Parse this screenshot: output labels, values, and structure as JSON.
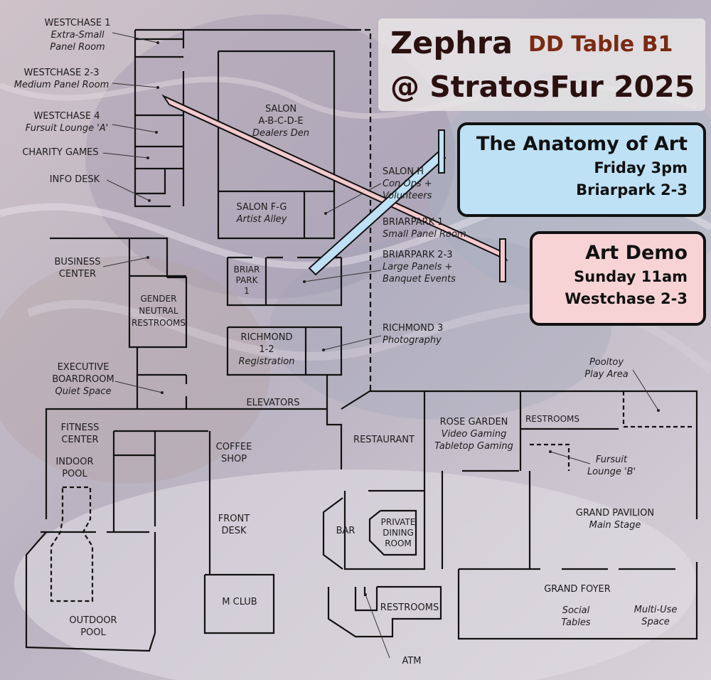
{
  "header": {
    "name": "Zephra",
    "table": "DD Table B1",
    "event": "@ StratosFur 2025"
  },
  "cards": [
    {
      "title": "The Anatomy of Art",
      "day": "Friday 3pm",
      "room": "Briarpark 2-3",
      "color": "#bfe1f5"
    },
    {
      "title": "Art Demo",
      "day": "Sunday 11am",
      "room": "Westchase 2-3",
      "color": "#f7d3d6"
    }
  ],
  "rooms": {
    "westchase1": {
      "name": "WESTCHASE 1",
      "sub": "Extra-Small",
      "sub2": "Panel Room"
    },
    "westchase23": {
      "name": "WESTCHASE 2-3",
      "sub": "Medium Panel Room"
    },
    "westchase4": {
      "name": "WESTCHASE 4",
      "sub": "Fursuit Lounge 'A'"
    },
    "charity": {
      "name": "CHARITY GAMES"
    },
    "info": {
      "name": "INFO DESK"
    },
    "salon": {
      "name": "SALON",
      "sub": "A-B-C-D-E",
      "sub2": "Dealers Den"
    },
    "salonfg": {
      "name": "SALON F-G",
      "sub": "Artist Alley"
    },
    "salonh": {
      "name": "SALON H",
      "sub": "Con Ops +",
      "sub2": "Volunteers"
    },
    "briarpark1label": {
      "name": "BRIARPARK 1",
      "sub": "Small Panel Room"
    },
    "briarpark23": {
      "name": "BRIARPARK 2-3",
      "sub": "Large Panels +",
      "sub2": "Banquet Events"
    },
    "briarpark1": {
      "l1": "BRIAR",
      "l2": "PARK",
      "l3": "1"
    },
    "business": {
      "l1": "BUSINESS",
      "l2": "CENTER"
    },
    "gender": {
      "l1": "GENDER",
      "l2": "NEUTRAL",
      "l3": "RESTROOMS"
    },
    "richmond12": {
      "l1": "RICHMOND",
      "l2": "1-2",
      "sub": "Registration"
    },
    "richmond3": {
      "name": "RICHMOND 3",
      "sub": "Photography"
    },
    "executive": {
      "l1": "EXECUTIVE",
      "l2": "BOARDROOM",
      "sub": "Quiet Space"
    },
    "elevators": {
      "name": "ELEVATORS"
    },
    "fitness": {
      "l1": "FITNESS",
      "l2": "CENTER"
    },
    "indoorpool": {
      "l1": "INDOOR",
      "l2": "POOL"
    },
    "coffee": {
      "l1": "COFFEE",
      "l2": "SHOP"
    },
    "frontdesk": {
      "l1": "FRONT",
      "l2": "DESK"
    },
    "restaurant": {
      "name": "RESTAURANT"
    },
    "rosegarden": {
      "name": "ROSE GARDEN",
      "sub": "Video Gaming",
      "sub2": "Tabletop Gaming"
    },
    "restrooms1": {
      "name": "RESTROOMS"
    },
    "pooltoy": {
      "sub": "Pooltoy",
      "sub2": "Play Area"
    },
    "fursuitb": {
      "sub": "Fursuit",
      "sub2": "Lounge 'B'"
    },
    "grandpavilion": {
      "name": "GRAND PAVILION",
      "sub": "Main Stage"
    },
    "bar": {
      "name": "BAR"
    },
    "privatedining": {
      "l1": "PRIVATE",
      "l2": "DINING",
      "l3": "ROOM"
    },
    "mclub": {
      "name": "M CLUB"
    },
    "outdoorpool": {
      "l1": "OUTDOOR",
      "l2": "POOL"
    },
    "restrooms2": {
      "name": "RESTROOMS"
    },
    "grandfoyer": {
      "name": "GRAND FOYER"
    },
    "social": {
      "sub": "Social",
      "sub2": "Tables"
    },
    "multiuse": {
      "sub": "Multi-Use",
      "sub2": "Space"
    },
    "atm": {
      "name": "ATM"
    }
  },
  "colors": {
    "pink_arrow": "#f2c9cc",
    "blue_arrow": "#bfe1f5",
    "walls": "#111111"
  }
}
